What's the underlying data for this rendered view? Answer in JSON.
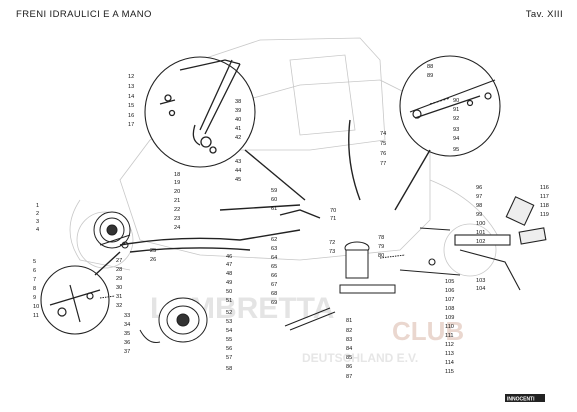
{
  "header": {
    "title": "FRENI IDRAULICI E A MANO",
    "plate": "Tav. XIII"
  },
  "watermark": {
    "lines": [
      "LAMBRETTA",
      "CLUB",
      "DEUTSCHLAND E.V."
    ],
    "color": "#c9c9c9"
  },
  "footer": {
    "logo": "INNOCENTI"
  },
  "part_numbers": {
    "upper_left_inset": [
      "12",
      "13",
      "14",
      "15",
      "16",
      "17",
      "38",
      "39",
      "40",
      "41",
      "42",
      "43",
      "44",
      "45"
    ],
    "upper_right_inset": [
      "88",
      "89",
      "90",
      "91",
      "92",
      "93",
      "94",
      "95"
    ],
    "left_drum": [
      "1",
      "2",
      "3",
      "4",
      "5",
      "6",
      "7",
      "8",
      "9",
      "10",
      "11",
      "18",
      "19",
      "20",
      "21",
      "22",
      "23",
      "24",
      "25",
      "26",
      "27",
      "28",
      "29",
      "30",
      "31",
      "32",
      "33",
      "34",
      "35",
      "36",
      "37"
    ],
    "centre_brake": [
      "46",
      "47",
      "48",
      "49",
      "50",
      "51",
      "52",
      "53",
      "54",
      "55",
      "56",
      "57",
      "58"
    ],
    "cable_group": [
      "59",
      "60",
      "61",
      "62",
      "63",
      "64",
      "65",
      "66",
      "67",
      "68",
      "69",
      "70",
      "71"
    ],
    "master_cylinder": [
      "72",
      "73",
      "74",
      "75",
      "76",
      "77",
      "78",
      "79",
      "80",
      "81",
      "82",
      "83",
      "84",
      "85",
      "86",
      "87"
    ],
    "pedal_group": [
      "96",
      "97",
      "98",
      "99",
      "100",
      "101",
      "102",
      "103",
      "104",
      "105",
      "106",
      "107",
      "108",
      "109",
      "110",
      "111",
      "112",
      "113",
      "114",
      "115",
      "116",
      "117",
      "118",
      "119"
    ]
  }
}
